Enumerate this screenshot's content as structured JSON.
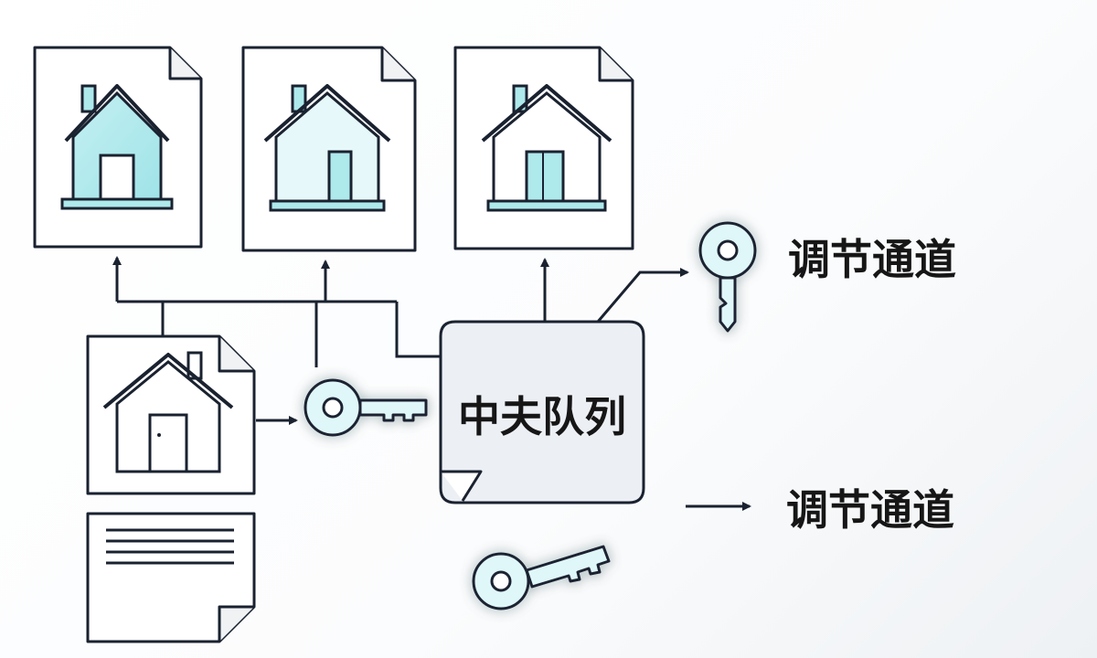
{
  "queue": {
    "label": "中夫队列"
  },
  "channels": [
    {
      "label": "调节通道",
      "icon": "key-icon"
    },
    {
      "label": "调节通道",
      "icon": "arrow-right-icon"
    }
  ],
  "documents": [
    {
      "icon": "house-document-icon"
    },
    {
      "icon": "house-document-icon"
    },
    {
      "icon": "house-document-icon"
    },
    {
      "icon": "house-document-icon"
    },
    {
      "icon": "text-document-icon"
    }
  ],
  "colors": {
    "stroke": "#1a2230",
    "house_fill": "#aee9ec",
    "key_fill": "#dff7f8",
    "key_glow": "#5fe3f0",
    "queue_fill": "#eceff4"
  }
}
